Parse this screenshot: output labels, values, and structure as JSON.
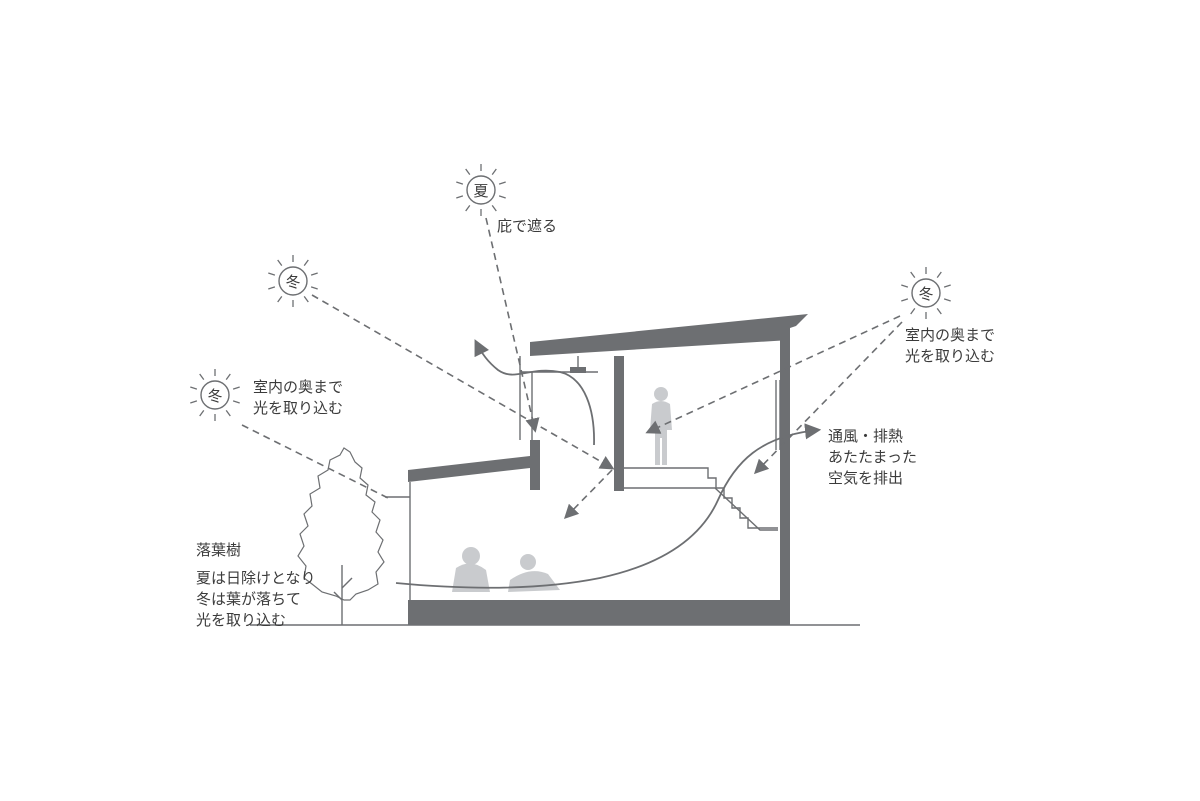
{
  "suns": {
    "summer": {
      "label": "夏",
      "icon": "sun-icon"
    },
    "winter_left_upper": {
      "label": "冬",
      "icon": "sun-icon"
    },
    "winter_left_lower": {
      "label": "冬",
      "icon": "sun-icon"
    },
    "winter_right": {
      "label": "冬",
      "icon": "sun-icon"
    }
  },
  "annotations": {
    "eaves_shade": "庇で遮る",
    "winter_light_left": [
      "室内の奥まで",
      "光を取り込む"
    ],
    "winter_light_right": [
      "室内の奥まで",
      "光を取り込む"
    ],
    "ventilation": [
      "通風・排熱",
      "あたたまった",
      "空気を排出"
    ],
    "deciduous_tree": [
      "落葉樹",
      "夏は日除けとなり",
      "冬は葉が落ちて",
      "光を取り込む"
    ]
  },
  "colors": {
    "structure": "#6d6f72",
    "people": "#c9cbce",
    "text": "#3b3b3b"
  }
}
